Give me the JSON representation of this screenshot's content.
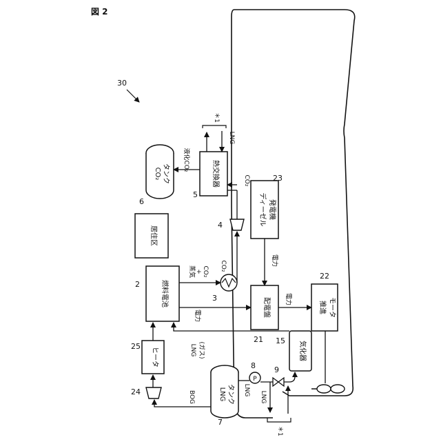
{
  "figure": {
    "title": "図 2",
    "system_ref": "30"
  },
  "components": {
    "co2_tank": {
      "ref": "6",
      "label_line1": "CO₂",
      "label_line2": "タンク"
    },
    "heat_exchanger": {
      "ref": "5",
      "label": "熱交換器"
    },
    "compressor": {
      "ref": "4"
    },
    "living_area": {
      "label": "居住区"
    },
    "diesel_generator": {
      "ref": "23",
      "label_line1": "ディーゼル",
      "label_line2": "発電機"
    },
    "fuel_cell": {
      "ref": "2",
      "label": "燃料電池"
    },
    "condenser": {
      "ref": "3"
    },
    "switchboard": {
      "ref": "21",
      "label": "配電盤"
    },
    "propulsion_motor": {
      "ref": "22",
      "label_line1": "推進",
      "label_line2": "モータ"
    },
    "heater": {
      "ref": "25",
      "label": "ヒータ"
    },
    "blower": {
      "ref": "24"
    },
    "lng_tank": {
      "ref": "7",
      "label_line1": "LNG",
      "label_line2": "タンク"
    },
    "pump": {
      "ref": "8",
      "symbol": "P"
    },
    "valve": {
      "ref": "9"
    },
    "vaporizer": {
      "ref": "15",
      "label": "気化器"
    }
  },
  "flows": {
    "liquefied_co2": "液化CO₂",
    "lng_top": "LNG",
    "co2_top": "CO₂",
    "co2_mid": "CO₂",
    "steam_co2_line1": "蒸気",
    "steam_co2_line2": "+",
    "steam_co2_line3": "CO₂",
    "power_diesel": "電力",
    "power_fuelcell": "電力",
    "power_motor": "電力",
    "lng_gas_line1": "LNG",
    "lng_gas_line2": "(ガス)",
    "bog": "BOG",
    "lng_pump": "LNG",
    "lng_bottom": "LNG",
    "star_top": "＊1",
    "star_bottom": "＊1"
  }
}
